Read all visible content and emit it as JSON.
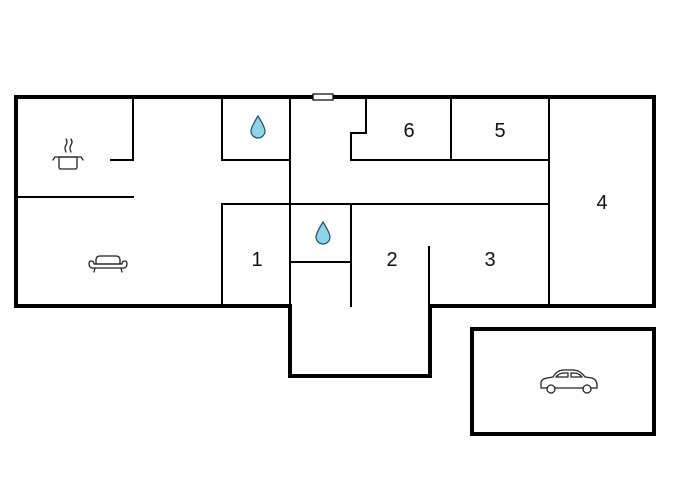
{
  "rooms": [
    {
      "label": "1"
    },
    {
      "label": "2"
    },
    {
      "label": "3"
    },
    {
      "label": "4"
    },
    {
      "label": "5"
    },
    {
      "label": "6"
    }
  ],
  "icons": {
    "kitchen": "cooking-pot-icon",
    "living": "sofa-icon",
    "bathroom": "water-drop-icon",
    "garage": "car-icon",
    "window": "window-icon"
  },
  "colors": {
    "wall": "#000000",
    "water": "#8fd3e8"
  }
}
